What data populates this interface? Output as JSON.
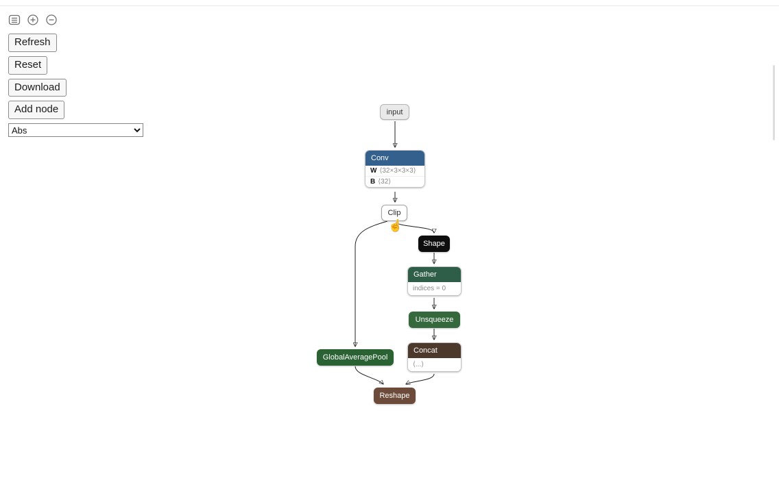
{
  "toolbar": {
    "icons": [
      {
        "name": "menu-icon"
      },
      {
        "name": "zoom-in-icon"
      },
      {
        "name": "zoom-out-icon"
      }
    ],
    "refresh_label": "Refresh",
    "reset_label": "Reset",
    "download_label": "Download",
    "add_node_label": "Add node",
    "node_type_selected": "Abs"
  },
  "graph": {
    "nodes": {
      "input": {
        "label": "input"
      },
      "conv": {
        "label": "Conv",
        "params": [
          {
            "key": "W",
            "value": "⟨32×3×3×3⟩"
          },
          {
            "key": "B",
            "value": "⟨32⟩"
          }
        ]
      },
      "clip": {
        "label": "Clip"
      },
      "shape": {
        "label": "Shape"
      },
      "gather": {
        "label": "Gather",
        "attr": "indices = 0"
      },
      "unsqueeze": {
        "label": "Unsqueeze"
      },
      "concat": {
        "label": "Concat",
        "attr": "⟨...⟩"
      },
      "globalaveragepool": {
        "label": "GlobalAveragePool"
      },
      "reshape": {
        "label": "Reshape"
      }
    },
    "colors": {
      "conv": "#33608C",
      "shape": "#0E0E0E",
      "gather": "#2E5D48",
      "unsqueeze": "#35693D",
      "concat": "#4C392C",
      "globalaveragepool": "#2A6233",
      "reshape": "#6D4B3A",
      "edge": "#1f1f1f"
    }
  }
}
